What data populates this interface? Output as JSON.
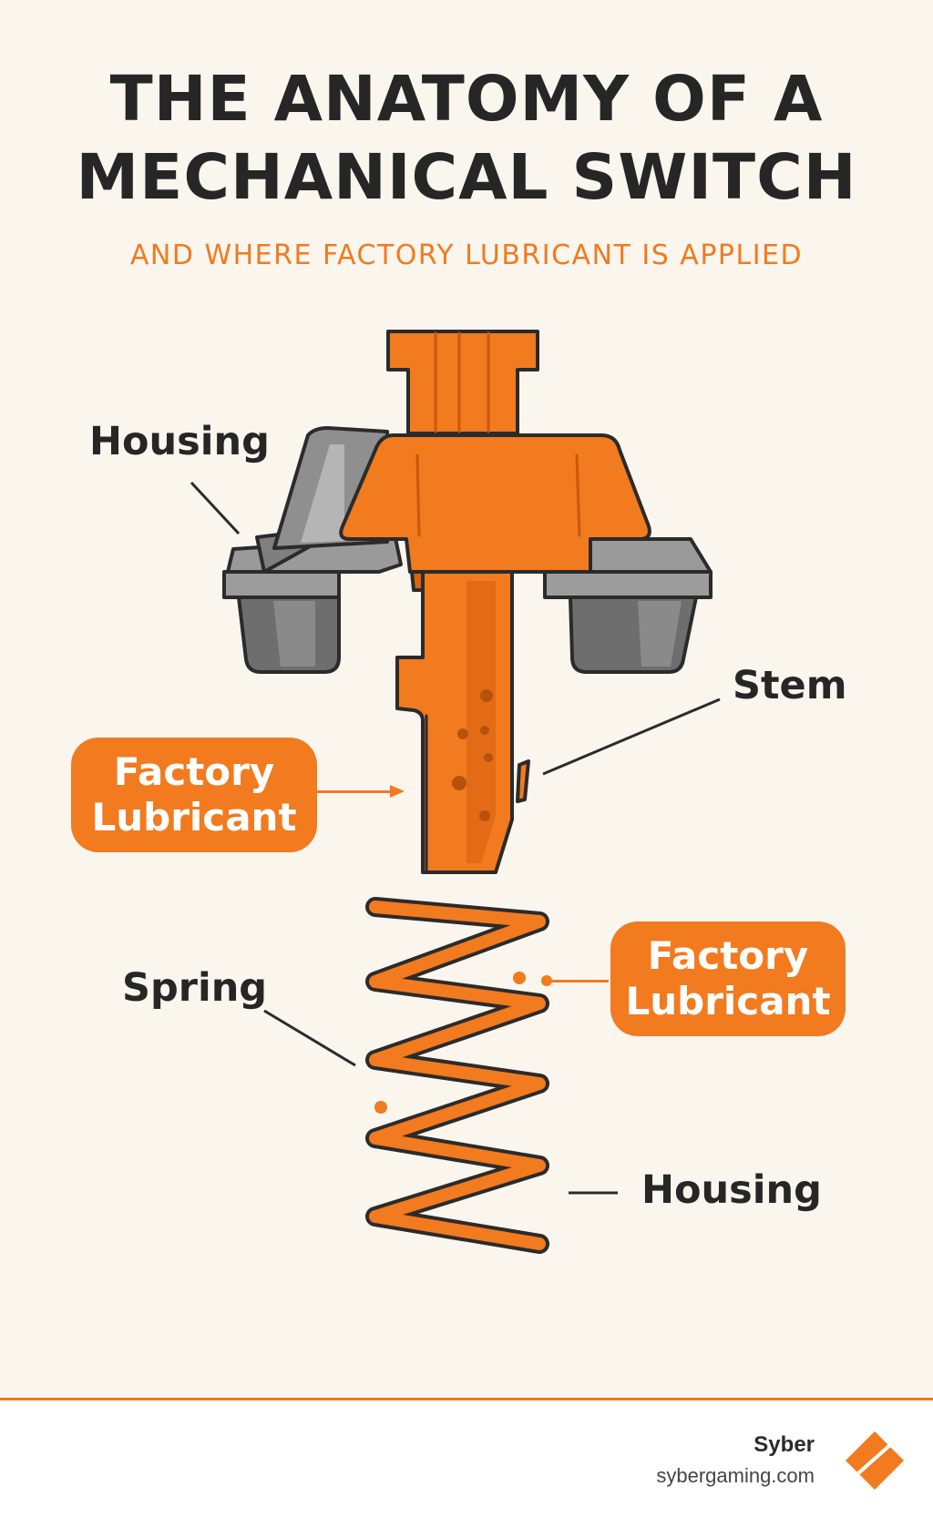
{
  "header": {
    "title_line1": "THE ANATOMY OF A",
    "title_line2": "MECHANICAL SWITCH",
    "subtitle": "AND WHERE FACTORY LUBRICANT IS APPLIED"
  },
  "labels": {
    "housing_top": "Housing",
    "stem": "Stem",
    "spring": "Spring",
    "housing_bottom": "Housing"
  },
  "callouts": {
    "stem_lube_line1": "Factory",
    "stem_lube_line2": "Lubricant",
    "spring_lube_line1": "Factory",
    "spring_lube_line2": "Lubricant"
  },
  "footer": {
    "brand": "Syber",
    "site": "sybergaming.com"
  },
  "colors": {
    "accent_orange": "#f27a1f",
    "housing_gray": "#8a8a8a",
    "outline": "#2b2b2b",
    "background": "#faf6ee"
  }
}
